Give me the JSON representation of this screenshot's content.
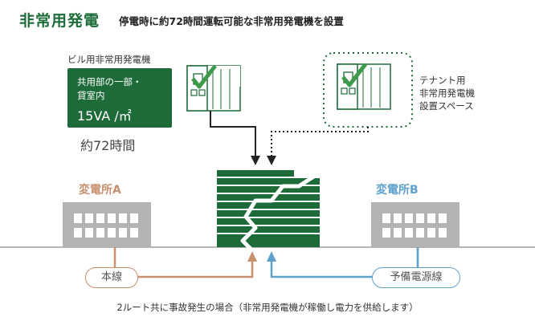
{
  "title": {
    "main": "非常用発電",
    "sub": "停電時に約72時間運転可能な非常用発電機を設置"
  },
  "building_generator": {
    "label": "ビル用非常用発電機",
    "box_line1": "共用部の一部・",
    "box_line2": "貸室内",
    "capacity": "15VA /㎡",
    "duration": "約72時間"
  },
  "tenant_generator": {
    "line1": "テナント用",
    "line2": "非常用発電機",
    "line3": "設置スペース"
  },
  "substations": {
    "a": "変電所A",
    "b": "変電所B"
  },
  "lines": {
    "main": "本線",
    "backup": "予備電源線"
  },
  "caption": "2ルート共に事故発生の場合（非常用発電機が稼働し電力を供給します）",
  "colors": {
    "green": "#1e6b3a",
    "main_line": "#c8906f",
    "backup_line": "#5ea2cc",
    "substation_gray": "#b3b3b3"
  }
}
